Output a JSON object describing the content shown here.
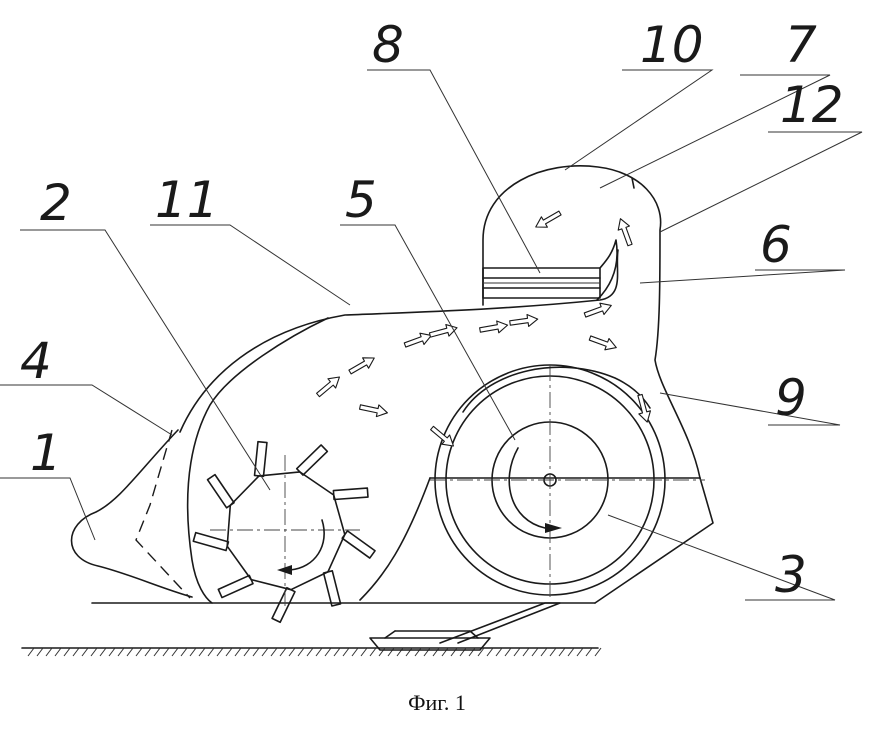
{
  "figure": {
    "caption": "Фиг. 1",
    "callouts": [
      {
        "id": "1",
        "text": "1"
      },
      {
        "id": "2",
        "text": "2"
      },
      {
        "id": "3",
        "text": "3"
      },
      {
        "id": "4",
        "text": "4"
      },
      {
        "id": "5",
        "text": "5"
      },
      {
        "id": "6",
        "text": "6"
      },
      {
        "id": "7",
        "text": "7"
      },
      {
        "id": "8",
        "text": "8"
      },
      {
        "id": "9",
        "text": "9"
      },
      {
        "id": "10",
        "text": "10"
      },
      {
        "id": "11",
        "text": "11"
      },
      {
        "id": "12",
        "text": "12"
      }
    ]
  }
}
